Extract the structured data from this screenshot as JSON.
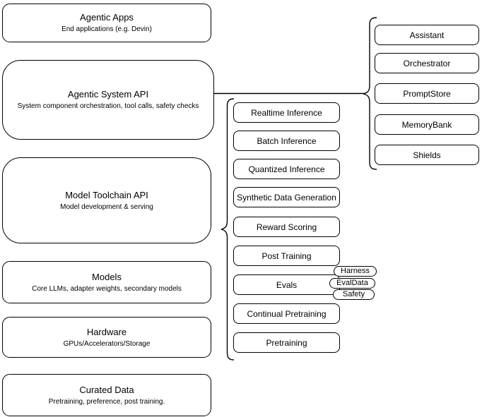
{
  "layer_stack": [
    {
      "title": "Agentic Apps",
      "subtitle": "End applications (e.g. Devin)"
    },
    {
      "title": "Agentic System API",
      "subtitle": "System component orchestration, tool calls, safety checks"
    },
    {
      "title": "Model Toolchain API",
      "subtitle": "Model development & serving"
    },
    {
      "title": "Models",
      "subtitle": "Core LLMs, adapter weights, secondary models"
    },
    {
      "title": "Hardware",
      "subtitle": "GPUs/Accelerators/Storage"
    },
    {
      "title": "Curated Data",
      "subtitle": "Pretraining, preference, post training."
    }
  ],
  "toolchain_services": [
    "Realtime Inference",
    "Batch Inference",
    "Quantized Inference",
    "Synthetic Data Generation",
    "Reward Scoring",
    "Post Training",
    "Evals",
    "Continual Pretraining",
    "Pretraining"
  ],
  "eval_tags": [
    "Harness",
    "EvalData",
    "Safety"
  ],
  "system_components": [
    "Assistant",
    "Orchestrator",
    "PromptStore",
    "MemoryBank",
    "Shields"
  ],
  "colors": {
    "stroke": "#000000",
    "background": "#ffffff",
    "text": "#000000"
  }
}
